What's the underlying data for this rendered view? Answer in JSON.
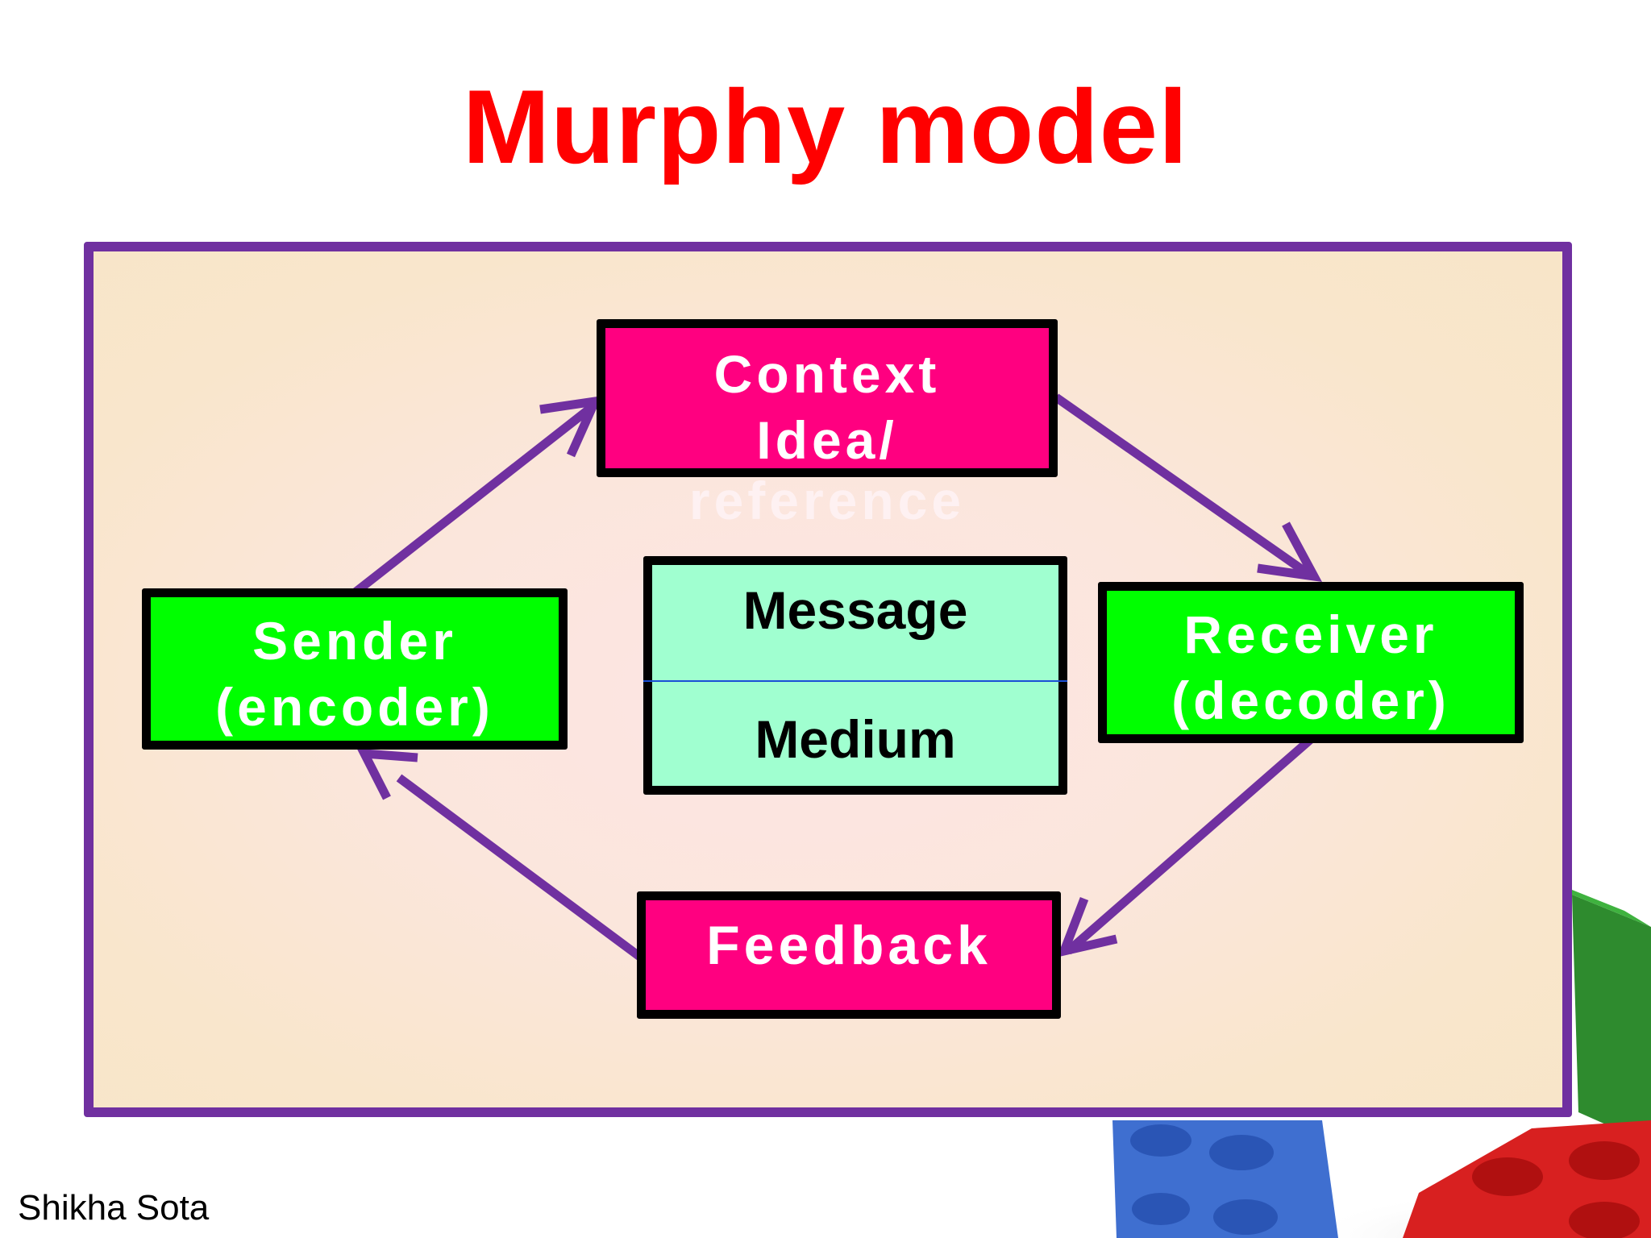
{
  "title": "Murphy model",
  "boxes": {
    "context": [
      "Context",
      "Idea/",
      "reference"
    ],
    "sender": [
      "Sender",
      "(encoder)"
    ],
    "receiver": [
      "Receiver",
      "(decoder)"
    ],
    "message": "Message",
    "medium": "Medium",
    "feedback": "Feedback"
  },
  "footer": "Shikha Sota",
  "colors": {
    "title": "#ff0000",
    "frame_border": "#7030a0",
    "arrow": "#7030a0",
    "magenta_box": "#ff0080",
    "green_box": "#00ff00",
    "mint_box": "#a0ffd0"
  }
}
